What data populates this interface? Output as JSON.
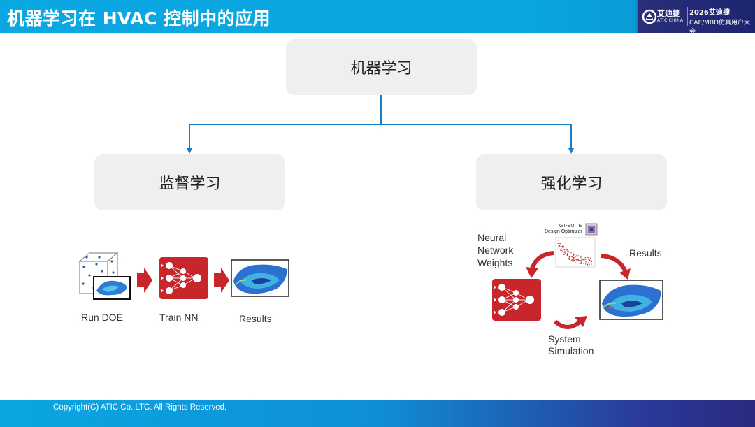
{
  "header": {
    "title": "机器学习在 HVAC 控制中的应用",
    "logo_cn": "艾迪捷",
    "logo_en": "ATIC CHINA",
    "conference_year": "2026艾迪捷",
    "conference_name": "CAE/MBD仿真用户大会"
  },
  "tree": {
    "root": "机器学习",
    "left": "监督学习",
    "right": "强化学习"
  },
  "supervised": {
    "steps": [
      "Run DOE",
      "Train NN",
      "Results"
    ]
  },
  "reinforcement": {
    "nn_label_1": "Neural",
    "nn_label_2": "Network",
    "nn_label_3": "Weights",
    "results": "Results",
    "sim_label_1": "System",
    "sim_label_2": "Simulation",
    "optimizer_1": "GT-SUITE",
    "optimizer_2": "Design Optimizer"
  },
  "footer": {
    "copyright": "Copyright(C) ATIC Co.,LTC. All Rights Reserved."
  },
  "colors": {
    "header_blue": "#0aa7e2",
    "connector_blue": "#1a7cc4",
    "nn_red": "#c8262b",
    "node_gray": "#efefef"
  }
}
